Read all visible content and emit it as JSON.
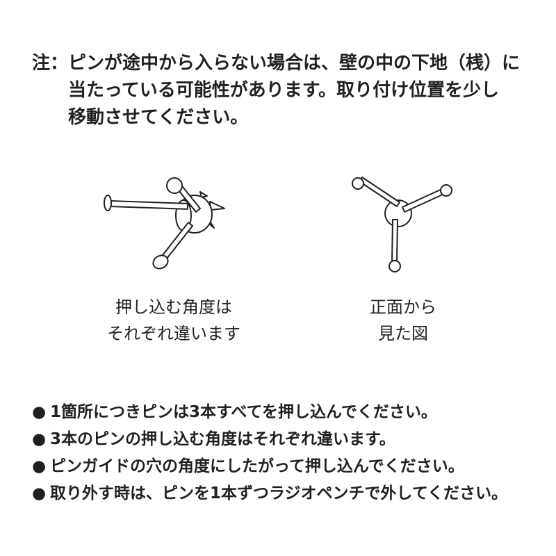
{
  "note": {
    "label": "注：",
    "lines": [
      "ピンが途中から入らない場合は、壁の中の下地（桟）に",
      "当たっている可能性があります。取り付け位置を少し",
      "移動させてください。"
    ]
  },
  "figures": {
    "side": {
      "caption_lines": [
        "押し込む角度は",
        "それぞれ違います"
      ]
    },
    "front": {
      "caption_lines": [
        "正面から",
        "見た図"
      ]
    }
  },
  "bullets": {
    "marker": "●",
    "items": [
      "1箇所につきピンは3本すべてを押し込んでください。",
      "3本のピンの押し込む角度はそれぞれ違います。",
      "ピンガイドの穴の角度にしたがって押し込んでください。",
      "取り外す時は、ピンを1本ずつラジオペンチで外してください。"
    ]
  }
}
